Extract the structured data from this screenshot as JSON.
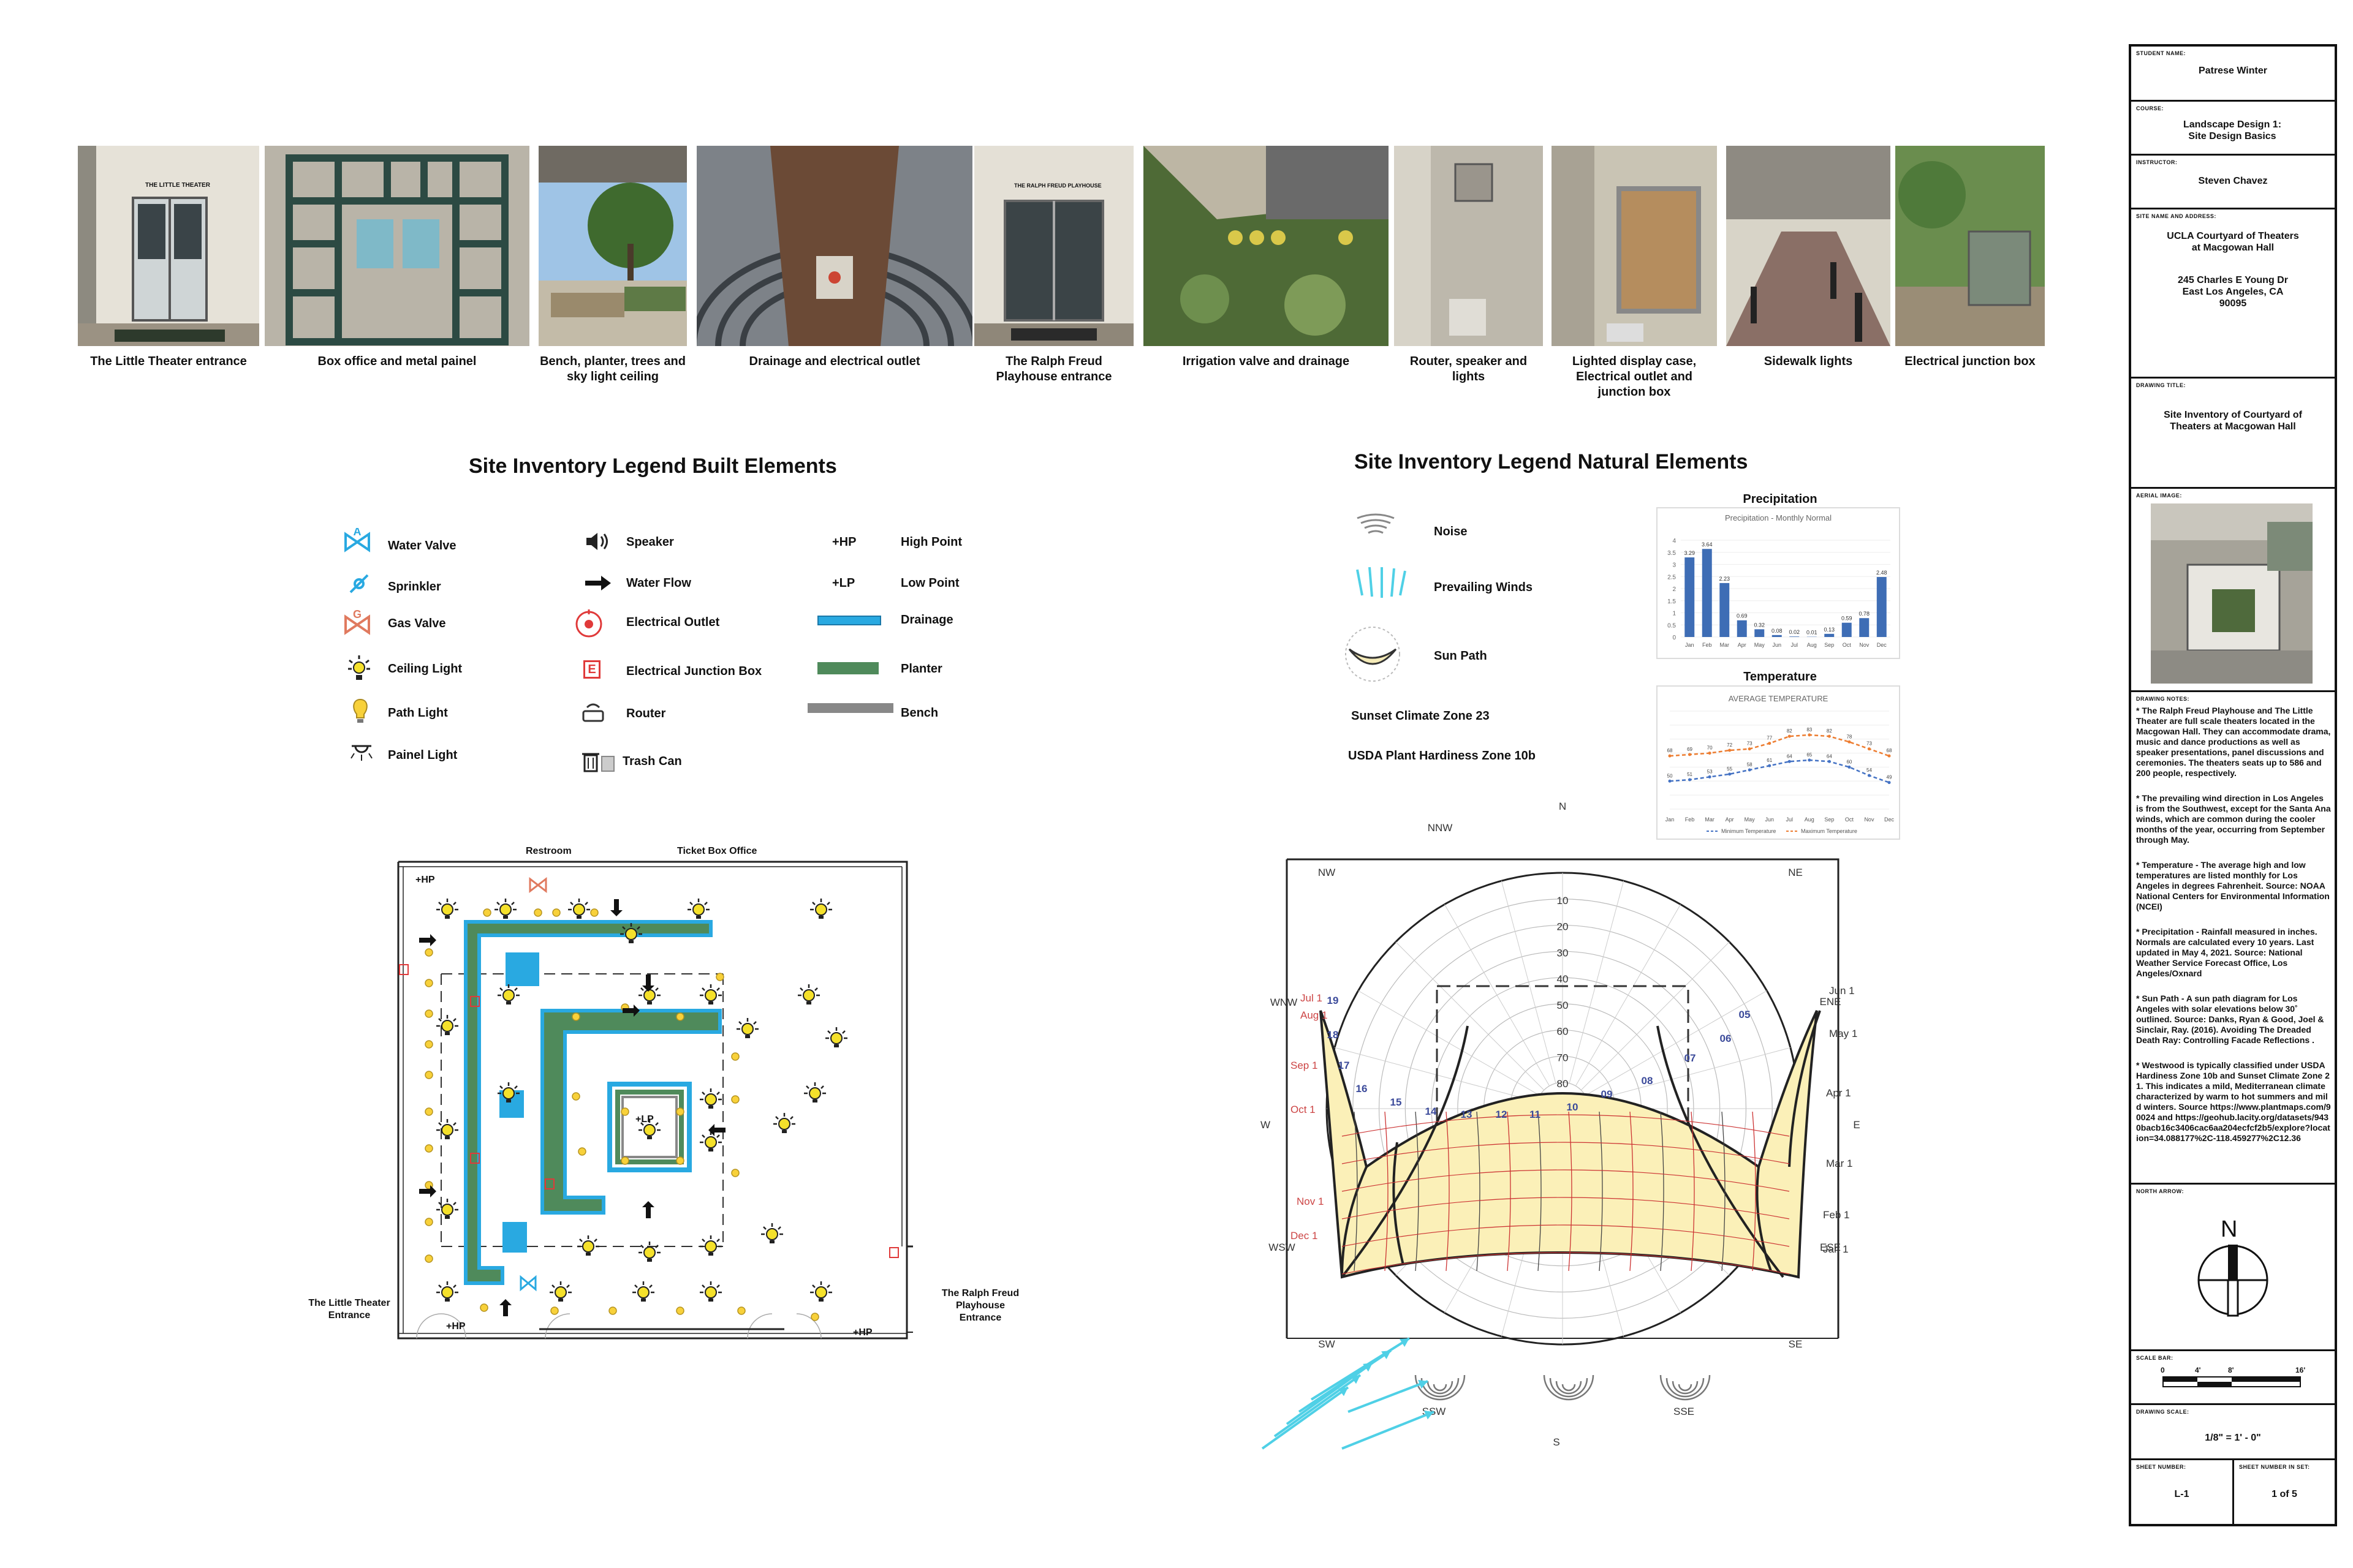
{
  "photos": [
    {
      "caption": "The Little Theater entrance",
      "sign": "THE LITTLE THEATER"
    },
    {
      "caption": "Box office and metal painel"
    },
    {
      "caption": "Bench, planter, trees and sky light ceiling"
    },
    {
      "caption": "Drainage and electrical outlet"
    },
    {
      "caption": "The Ralph Freud Playhouse entrance",
      "sign": "THE RALPH FREUD PLAYHOUSE"
    },
    {
      "caption": "Irrigation valve and drainage"
    },
    {
      "caption": "Router, speaker and lights"
    },
    {
      "caption": "Lighted display case, Electrical outlet and junction box"
    },
    {
      "caption": "Sidewalk lights"
    },
    {
      "caption": "Electrical junction box"
    }
  ],
  "built_legend": {
    "title": "Site Inventory Legend Built Elements",
    "col1": [
      {
        "label": "Water Valve",
        "icon": "water-valve-icon"
      },
      {
        "label": "Sprinkler",
        "icon": "sprinkler-icon"
      },
      {
        "label": "Gas Valve",
        "icon": "gas-valve-icon"
      },
      {
        "label": "Ceiling Light",
        "icon": "ceiling-light-icon"
      },
      {
        "label": "Path Light",
        "icon": "path-light-icon"
      },
      {
        "label": "Painel Light",
        "icon": "panel-light-icon"
      }
    ],
    "col2": [
      {
        "label": "Speaker",
        "icon": "speaker-icon"
      },
      {
        "label": "Water Flow",
        "icon": "arrow-icon"
      },
      {
        "label": "Electrical Outlet",
        "icon": "outlet-icon"
      },
      {
        "label": "Electrical Junction Box",
        "icon": "junction-box-icon"
      },
      {
        "label": "Router",
        "icon": "router-icon"
      },
      {
        "label": "Trash Can",
        "icon": "trash-can-icon"
      }
    ],
    "col3": [
      {
        "symbol": "+HP",
        "label": "High Point"
      },
      {
        "symbol": "+LP",
        "label": "Low Point"
      },
      {
        "label": "Drainage",
        "color": "#29a9e1"
      },
      {
        "label": "Planter",
        "color": "#4f8a5b"
      },
      {
        "label": "Bench",
        "color": "#888888"
      }
    ],
    "junction_letter": "E"
  },
  "natural_legend": {
    "title": "Site Inventory Legend Natural Elements",
    "items": [
      {
        "label": "Noise",
        "icon": "noise-icon"
      },
      {
        "label": "Prevailing Winds",
        "icon": "wind-icon"
      },
      {
        "label": "Sun Path",
        "icon": "sun-path-icon"
      }
    ],
    "zones": [
      "Sunset Climate Zone 23",
      "USDA Plant Hardiness Zone 10b"
    ]
  },
  "chart_data": [
    {
      "type": "bar",
      "title": "Precipitation",
      "subtitle": "Precipitation - Monthly Normal",
      "categories": [
        "Jan",
        "Feb",
        "Mar",
        "Apr",
        "May",
        "Jun",
        "Jul",
        "Aug",
        "Sep",
        "Oct",
        "Nov",
        "Dec"
      ],
      "values": [
        3.29,
        3.64,
        2.23,
        0.69,
        0.32,
        0.08,
        0.02,
        0.01,
        0.13,
        0.59,
        0.78,
        2.48
      ],
      "ylim": [
        0,
        4
      ],
      "yticks": [
        "0",
        "0.5",
        "1",
        "1.5",
        "2",
        "2.5",
        "3",
        "3.5",
        "4"
      ],
      "color": "#3e6db5"
    },
    {
      "type": "line",
      "title": "Temperature",
      "subtitle": "AVERAGE TEMPERATURE",
      "categories": [
        "Jan",
        "Feb",
        "Mar",
        "Apr",
        "May",
        "Jun",
        "Jul",
        "Aug",
        "Sep",
        "Oct",
        "Nov",
        "Dec"
      ],
      "series": [
        {
          "name": "Minimum Temperature",
          "values": [
            50,
            51,
            53,
            55,
            58,
            61,
            64,
            65,
            64,
            60,
            54,
            49
          ],
          "color": "#4472c4"
        },
        {
          "name": "Maximum Temperature",
          "values": [
            68,
            69,
            70,
            72,
            73,
            77,
            82,
            83,
            82,
            78,
            73,
            68
          ],
          "color": "#ed7d31"
        }
      ],
      "ylim": [
        30,
        100
      ],
      "grid": true,
      "legend": "bottom"
    }
  ],
  "site_plan": {
    "labels": {
      "restroom": "Restroom",
      "ticket": "Ticket Box Office",
      "little": "The Little Theater Entrance",
      "ralph": "The Ralph Freud Playhouse Entrance",
      "hp": "+HP",
      "lp": "+LP"
    }
  },
  "sun_path": {
    "directions": {
      "N": "N",
      "NNW": "NNW",
      "NW": "NW",
      "NE": "NE",
      "WNW": "WNW",
      "ENE": "ENE",
      "W": "W",
      "E": "E",
      "WSW": "WSW",
      "ESE": "ESE",
      "SW": "SW",
      "SE": "SE",
      "SSW": "SSW",
      "SSE": "SSE",
      "S": "S"
    },
    "elevations": [
      "10",
      "20",
      "30",
      "40",
      "50",
      "60",
      "70",
      "80"
    ],
    "hours": [
      "19",
      "18",
      "17",
      "16",
      "15",
      "14",
      "13",
      "12",
      "11",
      "10",
      "09",
      "08",
      "07",
      "06",
      "05"
    ],
    "dates_left": [
      "Jul 1",
      "Aug 1",
      "Sep 1",
      "Oct 1",
      "Nov 1",
      "Dec 1"
    ],
    "dates_right": [
      "Jun 1",
      "May 1",
      "Apr 1",
      "Mar 1",
      "Feb 1",
      "Jan 1"
    ]
  },
  "title_block": {
    "student_label": "STUDENT NAME:",
    "student": "Patrese Winter",
    "course_label": "COURSE:",
    "course": "Landscape Design 1: Site Design Basics",
    "instructor_label": "INSTRUCTOR:",
    "instructor": "Steven Chavez",
    "site_label": "SITE NAME AND ADDRESS:",
    "site_name": "UCLA Courtyard of Theaters at Macgowan Hall",
    "site_address": "245 Charles E Young Dr East Los Angeles, CA 90095",
    "drawing_title_label": "DRAWING TITLE:",
    "drawing_title": "Site Inventory of Courtyard of Theaters at Macgowan Hall",
    "aerial_label": "AERIAL IMAGE:",
    "notes_label": "DRAWING NOTES:",
    "notes": [
      "* The Ralph Freud Playhouse and The Little Theater are full scale theaters located in the Macgowan Hall. They can accommodate drama, music and dance productions as well as speaker presentations, panel discussions and ceremonies. The theaters seats up to 586 and 200 people, respectively.",
      "* The prevailing wind direction in Los Angeles is from the Southwest, except for the Santa Ana winds, which are common during the cooler months of the year, occurring from September through May.",
      "* Temperature - The average high and low temperatures are listed monthly for Los Angeles in degrees Fahrenheit. Source: NOAA National Centers for Environmental Information (NCEI)",
      "* Precipitation - Rainfall measured in inches. Normals are calculated every 10 years. Last updated in May 4, 2021. Source: National Weather Service Forecast Office, Los Angeles/Oxnard",
      "* Sun Path - A sun path diagram for Los Angeles with solar elevations below 30˚ outlined. Source: Danks, Ryan & Good, Joel & Sinclair, Ray. (2016). Avoiding The Dreaded Death Ray: Controlling Facade Reflections .",
      "* Westwood is typically classified under USDA Hardiness Zone 10b and Sunset Climate Zone 21. This indicates a mild, Mediterranean climate characterized by warm to hot summers and mild winters. Source https://www.plantmaps.com/90024 and https://geohub.lacity.org/datasets/9430bacb16c3406cac6aa204ecfcf2b5/explore?location=34.088177%2C-118.459277%2C12.36"
    ],
    "north_label": "NORTH ARROW:",
    "north": "N",
    "scale_bar_label": "SCALE BAR:",
    "scale_ticks": [
      "0",
      "4'",
      "8'",
      "16'"
    ],
    "drawing_scale_label": "DRAWING SCALE:",
    "drawing_scale": "1/8\" = 1' - 0\"",
    "sheet_number_label": "SHEET NUMBER:",
    "sheet_number": "L-1",
    "sheet_set_label": "SHEET NUMBER IN SET:",
    "sheet_set": "1 of 5"
  }
}
